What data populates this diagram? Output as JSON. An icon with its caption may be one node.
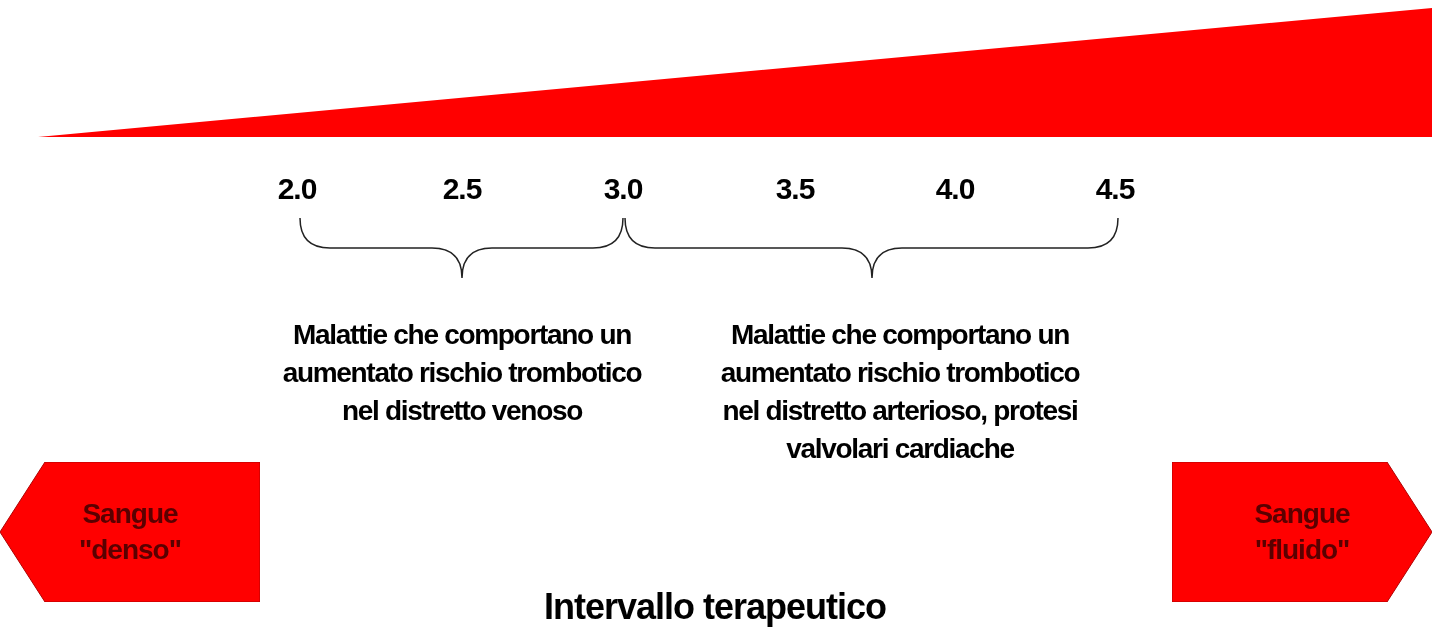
{
  "diagram": {
    "caption": "Intervallo terapeutico",
    "nodes": [
      {
        "text": [
          "Sangue \"denso\""
        ]
      },
      {
        "text": [
          "Sangue \"fluido\""
        ]
      }
    ],
    "labels": [
      "2.0",
      "2.5",
      "3.0",
      "3.5",
      "4.0",
      "4.5",
      "Malattie che comportano un aumentato rischio trombotico nel distretto venoso",
      "Malattie che comportano un aumentato rischio trombotico nel distretto arterioso, protesi valvolari cardiache"
    ]
  }
}
